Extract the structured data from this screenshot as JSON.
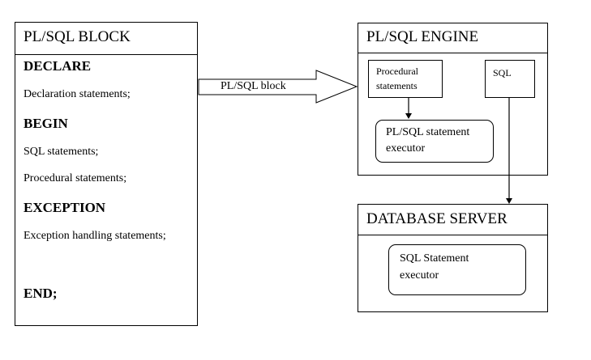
{
  "plsql_block": {
    "title": "PL/SQL BLOCK",
    "declare": "DECLARE",
    "declaration_statements": "Declaration statements;",
    "begin": "BEGIN",
    "sql_statements": "SQL statements;",
    "procedural_statements": "Procedural statements;",
    "exception": "EXCEPTION",
    "exception_handling": "Exception handling statements;",
    "end": "END;"
  },
  "arrow_label": "PL/SQL block",
  "engine": {
    "title": "PL/SQL ENGINE",
    "procedural_line1": "Procedural",
    "procedural_line2": "statements",
    "sql": "SQL",
    "executor_line1": "PL/SQL statement",
    "executor_line2": "executor"
  },
  "database_server": {
    "title": "DATABASE SERVER",
    "executor_line1": "SQL Statement",
    "executor_line2": "executor"
  }
}
